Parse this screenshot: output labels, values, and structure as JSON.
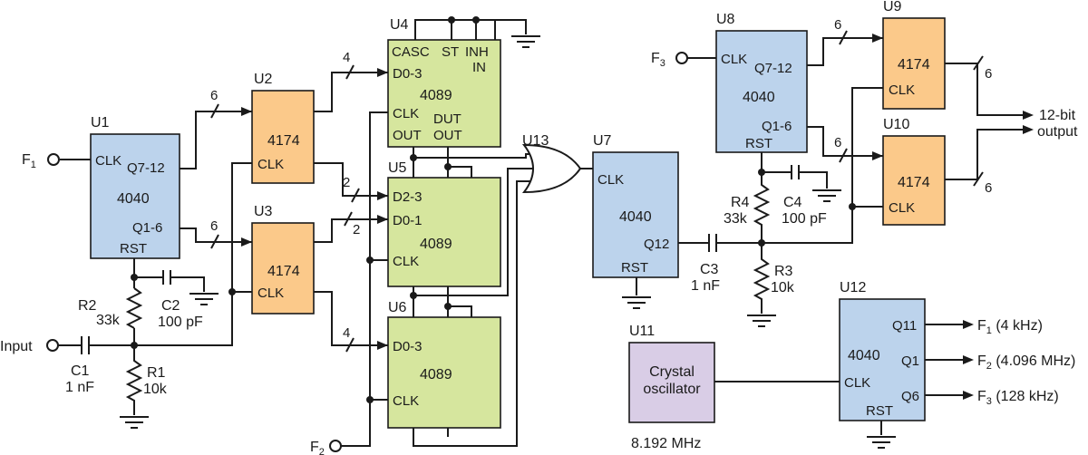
{
  "colors": {
    "counter_fill": "#bcd3ec",
    "latch_fill": "#fbc98a",
    "magnitude_fill": "#d6e69e",
    "oscillator_fill": "#d9cde6",
    "wire": "#1a1a1a"
  },
  "chips": {
    "u1": {
      "ref": "U1",
      "part": "4040",
      "clk": "CLK",
      "q_hi": "Q7-12",
      "q_lo": "Q1-6",
      "rst": "RST"
    },
    "u2": {
      "ref": "U2",
      "part": "4174",
      "clk": "CLK"
    },
    "u3": {
      "ref": "U3",
      "part": "4174",
      "clk": "CLK"
    },
    "u4": {
      "ref": "U4",
      "part": "4089",
      "casc": "CASC",
      "st": "ST",
      "inh": "INH",
      "in": "IN",
      "d": "D0-3",
      "clk": "CLK",
      "out": "OUT",
      "dut": "DUT",
      "out2": "OUT"
    },
    "u5": {
      "ref": "U5",
      "part": "4089",
      "d23": "D2-3",
      "d01": "D0-1",
      "clk": "CLK"
    },
    "u6": {
      "ref": "U6",
      "part": "4089",
      "d": "D0-3",
      "clk": "CLK"
    },
    "u7": {
      "ref": "U7",
      "part": "4040",
      "clk": "CLK",
      "q12": "Q12",
      "rst": "RST"
    },
    "u8": {
      "ref": "U8",
      "part": "4040",
      "clk": "CLK",
      "q_hi": "Q7-12",
      "q_lo": "Q1-6",
      "rst": "RST"
    },
    "u9": {
      "ref": "U9",
      "part": "4174",
      "clk": "CLK"
    },
    "u10": {
      "ref": "U10",
      "part": "4174",
      "clk": "CLK"
    },
    "u11": {
      "ref": "U11",
      "line1": "Crystal",
      "line2": "oscillator",
      "freq": "8.192 MHz"
    },
    "u12": {
      "ref": "U12",
      "part": "4040",
      "clk": "CLK",
      "q11": "Q11",
      "q1": "Q1",
      "q6": "Q6",
      "rst": "RST"
    },
    "u13": {
      "ref": "U13"
    }
  },
  "components": {
    "r1": {
      "ref": "R1",
      "value": "10k"
    },
    "r2": {
      "ref": "R2",
      "value": "33k"
    },
    "r3": {
      "ref": "R3",
      "value": "10k"
    },
    "r4": {
      "ref": "R4",
      "value": "33k"
    },
    "c1": {
      "ref": "C1",
      "value": "1 nF"
    },
    "c2": {
      "ref": "C2",
      "value": "100 pF"
    },
    "c3": {
      "ref": "C3",
      "value": "1 nF"
    },
    "c4": {
      "ref": "C4",
      "value": "100 pF"
    }
  },
  "bus_widths": {
    "b6": "6",
    "b4": "4",
    "b2": "2"
  },
  "signals": {
    "input": "Input",
    "f": "F",
    "sub1": "1",
    "sub2": "2",
    "sub3": "3",
    "f1_freq": " (4 kHz)",
    "f2_freq": " (4.096 MHz)",
    "f3_freq": " (128 kHz)",
    "output_line1": "12-bit",
    "output_line2": "output"
  }
}
